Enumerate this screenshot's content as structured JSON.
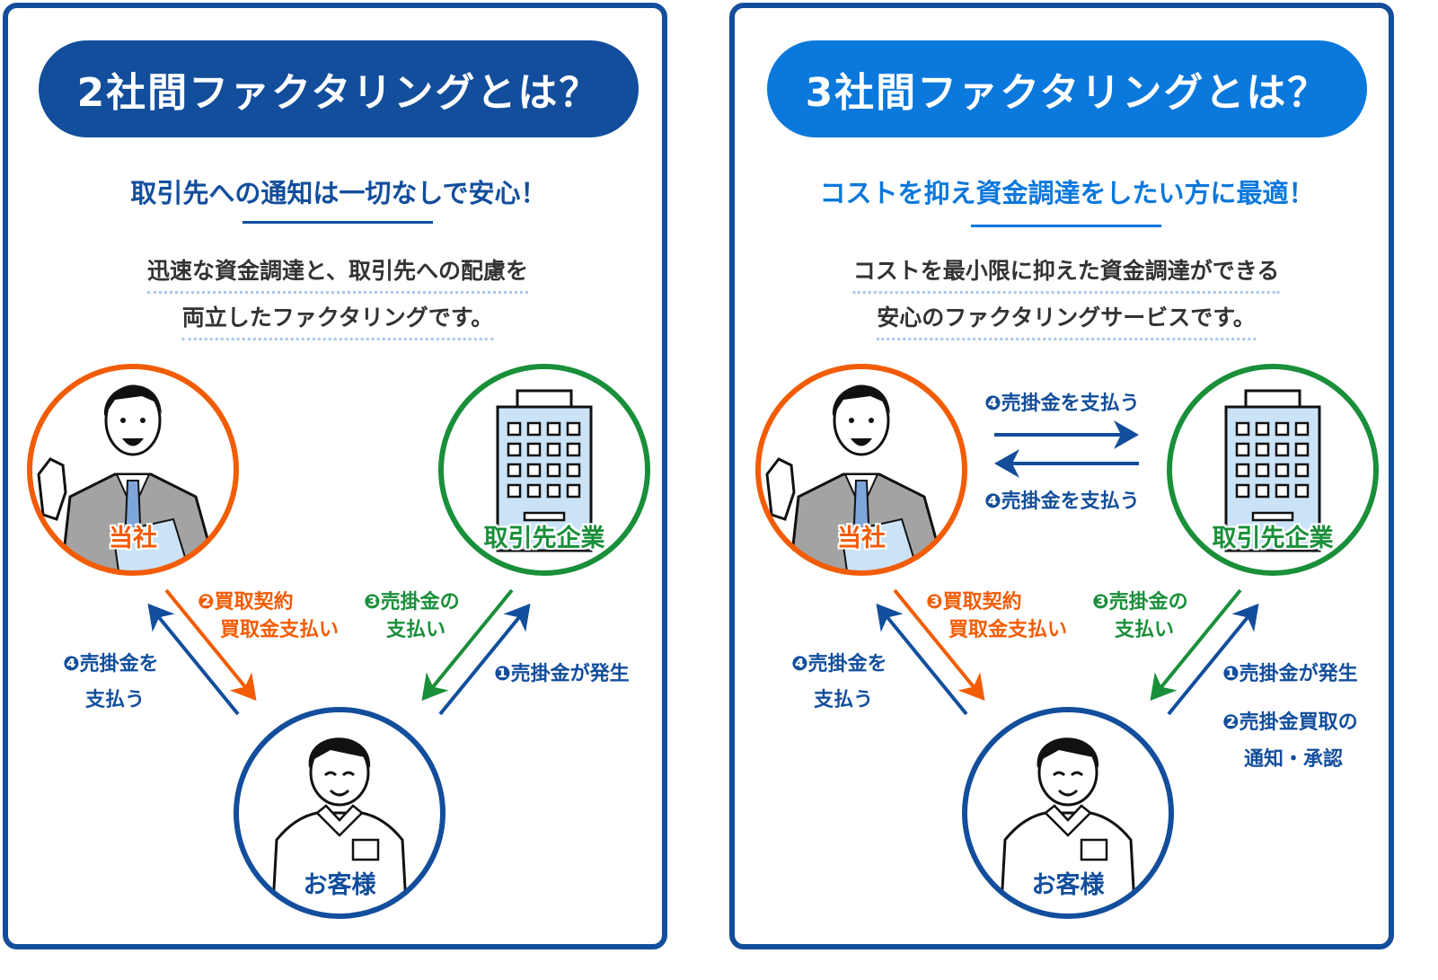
{
  "left": {
    "title": "2社間ファクタリングとは？",
    "subtitle": "取引先への通知は一切なしで安心！",
    "description": [
      "迅速な資金調達と、取引先への配慮を",
      "両立したファクタリングです。"
    ],
    "nodes": {
      "company": "当社",
      "client_company": "取引先企業",
      "customer": "お客様"
    },
    "steps": {
      "s2_line1": "❷買取契約",
      "s2_line2": "買取金支払い",
      "s3_line1": "❸売掛金の",
      "s3_line2": "支払い",
      "s4_line1": "❹売掛金を",
      "s4_line2": "支払う",
      "s1": "❶売掛金が発生"
    }
  },
  "right": {
    "title": "3社間ファクタリングとは？",
    "subtitle": "コストを抑え資金調達をしたい方に最適！",
    "description": [
      "コストを最小限に抑えた資金調達ができる",
      "安心のファクタリングサービスです。"
    ],
    "nodes": {
      "company": "当社",
      "client_company": "取引先企業",
      "customer": "お客様"
    },
    "steps": {
      "top1": "❹売掛金を支払う",
      "top2": "❹売掛金を支払う",
      "s3a_line1": "❸買取契約",
      "s3a_line2": "買取金支払い",
      "s3b_line1": "❸売掛金の",
      "s3b_line2": "支払い",
      "s4_line1": "❹売掛金を",
      "s4_line2": "支払う",
      "s1": "❶売掛金が発生",
      "s2_line1": "❷売掛金買取の",
      "s2_line2": "通知・承認"
    }
  },
  "colors": {
    "navy": "#134e9c",
    "bright_blue": "#0b78dc",
    "orange": "#f25c05",
    "green": "#1a8f3a"
  }
}
